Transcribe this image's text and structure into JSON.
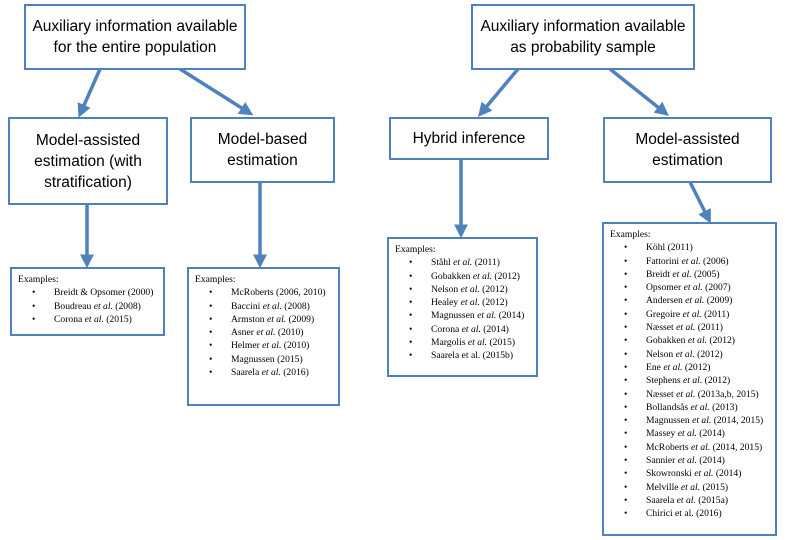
{
  "left_top": {
    "label": "Auxiliary information available\nfor the entire population"
  },
  "right_top": {
    "label": "Auxiliary information available\nas probability sample"
  },
  "boxes": {
    "model_assisted_strat": "Model-assisted\nestimation (with\nstratification)",
    "model_based": "Model-based\nestimation",
    "hybrid": "Hybrid inference",
    "model_assisted": "Model-assisted\nestimation"
  },
  "examples_title": "Examples:",
  "lists": {
    "model_assisted_strat": [
      {
        "pre": "Breidt & Opsomer  (2000)",
        "etal": "",
        "post": ""
      },
      {
        "pre": "Boudreau ",
        "etal": "et al.",
        "post": " (2008)"
      },
      {
        "pre": "Corona ",
        "etal": "et al.",
        "post": " (2015)"
      }
    ],
    "model_based": [
      {
        "pre": "McRoberts (2006, 2010)",
        "etal": "",
        "post": ""
      },
      {
        "pre": "Baccini ",
        "etal": "et al.",
        "post": " (2008)"
      },
      {
        "pre": "Armston ",
        "etal": "et al.",
        "post": " (2009)"
      },
      {
        "pre": "Asner ",
        "etal": "et al.",
        "post": " (2010)"
      },
      {
        "pre": "Helmer ",
        "etal": "et al.",
        "post": " (2010)"
      },
      {
        "pre": "Magnussen (2015)",
        "etal": "",
        "post": ""
      },
      {
        "pre": "Saarela ",
        "etal": "et al.",
        "post": " (2016)"
      }
    ],
    "hybrid": [
      {
        "pre": "Ståhl ",
        "etal": "et al.",
        "post": " (2011)"
      },
      {
        "pre": "Gobakken ",
        "etal": "et al.",
        "post": " (2012)"
      },
      {
        "pre": "Nelson ",
        "etal": "et al.",
        "post": " (2012)"
      },
      {
        "pre": "Healey ",
        "etal": "et al.",
        "post": " (2012)"
      },
      {
        "pre": "Magnussen ",
        "etal": "et al.",
        "post": " (2014)"
      },
      {
        "pre": "Corona ",
        "etal": "et al.",
        "post": " (2014)"
      },
      {
        "pre": "Margolis ",
        "etal": "et al.",
        "post": " (2015)"
      },
      {
        "pre": "Saarela et al. (2015b)",
        "etal": "",
        "post": ""
      }
    ],
    "model_assisted": [
      {
        "pre": "Köhl  (2011)",
        "etal": "",
        "post": ""
      },
      {
        "pre": "Fattorini ",
        "etal": "et al.",
        "post": " (2006)"
      },
      {
        "pre": "Breidt ",
        "etal": "et al.",
        "post": " (2005)"
      },
      {
        "pre": "Opsomer ",
        "etal": "et al.",
        "post": " (2007)"
      },
      {
        "pre": "Andersen ",
        "etal": "et al.",
        "post": " (2009)"
      },
      {
        "pre": "Gregoire ",
        "etal": "et al.",
        "post": " (2011)"
      },
      {
        "pre": "Næsset ",
        "etal": "et al.",
        "post": " (2011)"
      },
      {
        "pre": "Gobakken ",
        "etal": "et al.",
        "post": " (2012)"
      },
      {
        "pre": "Nelson ",
        "etal": "et al.",
        "post": " (2012)"
      },
      {
        "pre": "Ene ",
        "etal": "et al.",
        "post": " (2012)"
      },
      {
        "pre": "Stephens ",
        "etal": "et al.",
        "post": " (2012)"
      },
      {
        "pre": "Næsset ",
        "etal": "et al.",
        "post": " (2013a,b, 2015)"
      },
      {
        "pre": "Bollandsås ",
        "etal": "et al.",
        "post": " (2013)"
      },
      {
        "pre": "Magnussen ",
        "etal": "et al.",
        "post": " (2014, 2015)"
      },
      {
        "pre": "Massey ",
        "etal": "et al.",
        "post": " (2014)"
      },
      {
        "pre": "McRoberts ",
        "etal": "et al.",
        "post": " (2014, 2015)"
      },
      {
        "pre": "Sannier ",
        "etal": "et al.",
        "post": " (2014)"
      },
      {
        "pre": "Skowronski ",
        "etal": "et al.",
        "post": " (2014)"
      },
      {
        "pre": "Melville ",
        "etal": "et al.",
        "post": " (2015)"
      },
      {
        "pre": "Saarela ",
        "etal": "et al.",
        "post": " (2015a)"
      },
      {
        "pre": "Chirici et al. (2016)",
        "etal": "",
        "post": ""
      }
    ]
  },
  "colors": {
    "border": "#4f81bd",
    "arrow": "#4f81bd"
  }
}
